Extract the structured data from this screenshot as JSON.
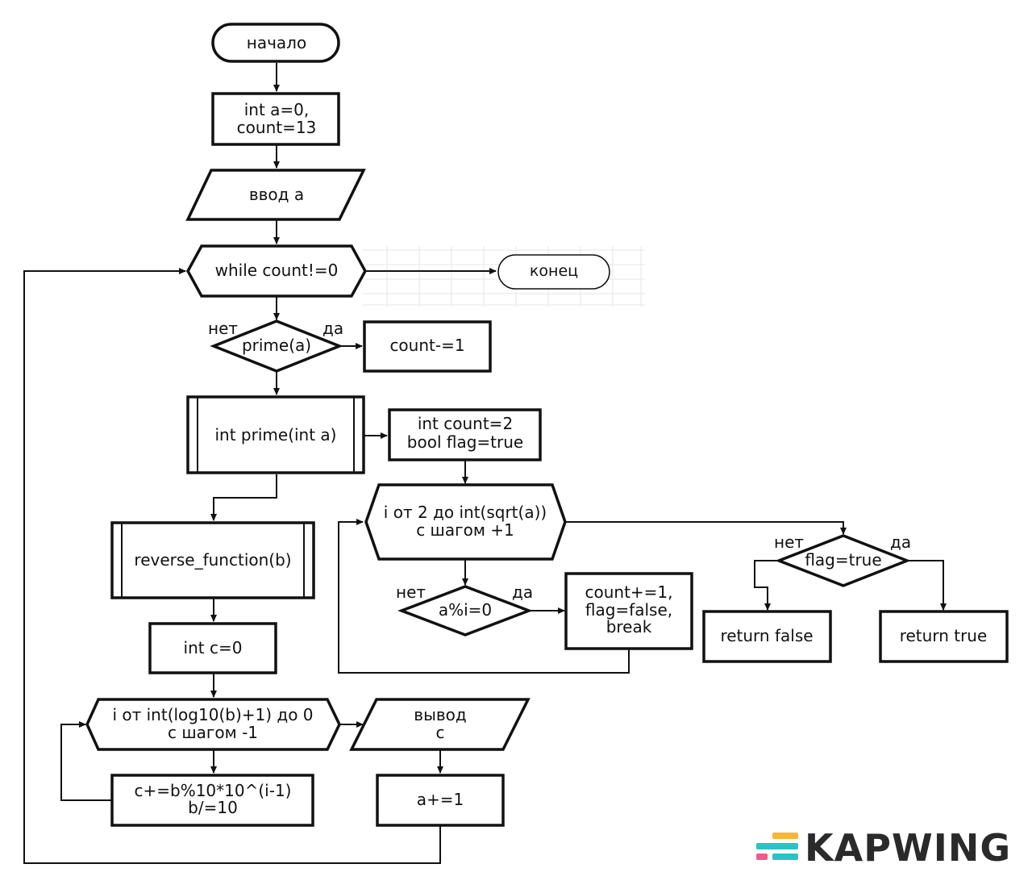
{
  "nodes": {
    "start": "начало",
    "init": [
      "int a=0,",
      "count=13"
    ],
    "input_a": "ввод a",
    "while": "while count!=0",
    "end": "конец",
    "prime_check": "prime(a)",
    "count_dec": "count-=1",
    "prime_func": "int prime(int a)",
    "prime_init": [
      "int count=2",
      "bool flag=true"
    ],
    "loop_i": [
      "i от 2 до int(sqrt(a))",
      "с шагом +1"
    ],
    "mod_check": "a%i=0",
    "found": [
      "count+=1,",
      "flag=false,",
      "break"
    ],
    "flag_check": "flag=true",
    "ret_false": "return false",
    "ret_true": "return true",
    "reverse": "reverse_function(b)",
    "int_c": "int c=0",
    "loop_rev": [
      "i от int(log10(b)+1) до 0",
      "с шагом -1"
    ],
    "calc": [
      "c+=b%10*10^(i-1)",
      "b/=10"
    ],
    "output": [
      "вывод",
      "c"
    ],
    "inc_a": "a+=1"
  },
  "branch_labels": {
    "no": "нет",
    "yes": "да"
  },
  "watermark": {
    "brand": "KAPWING",
    "colors": [
      "#f7b733",
      "#29c2c9",
      "#ef5b8f"
    ]
  }
}
